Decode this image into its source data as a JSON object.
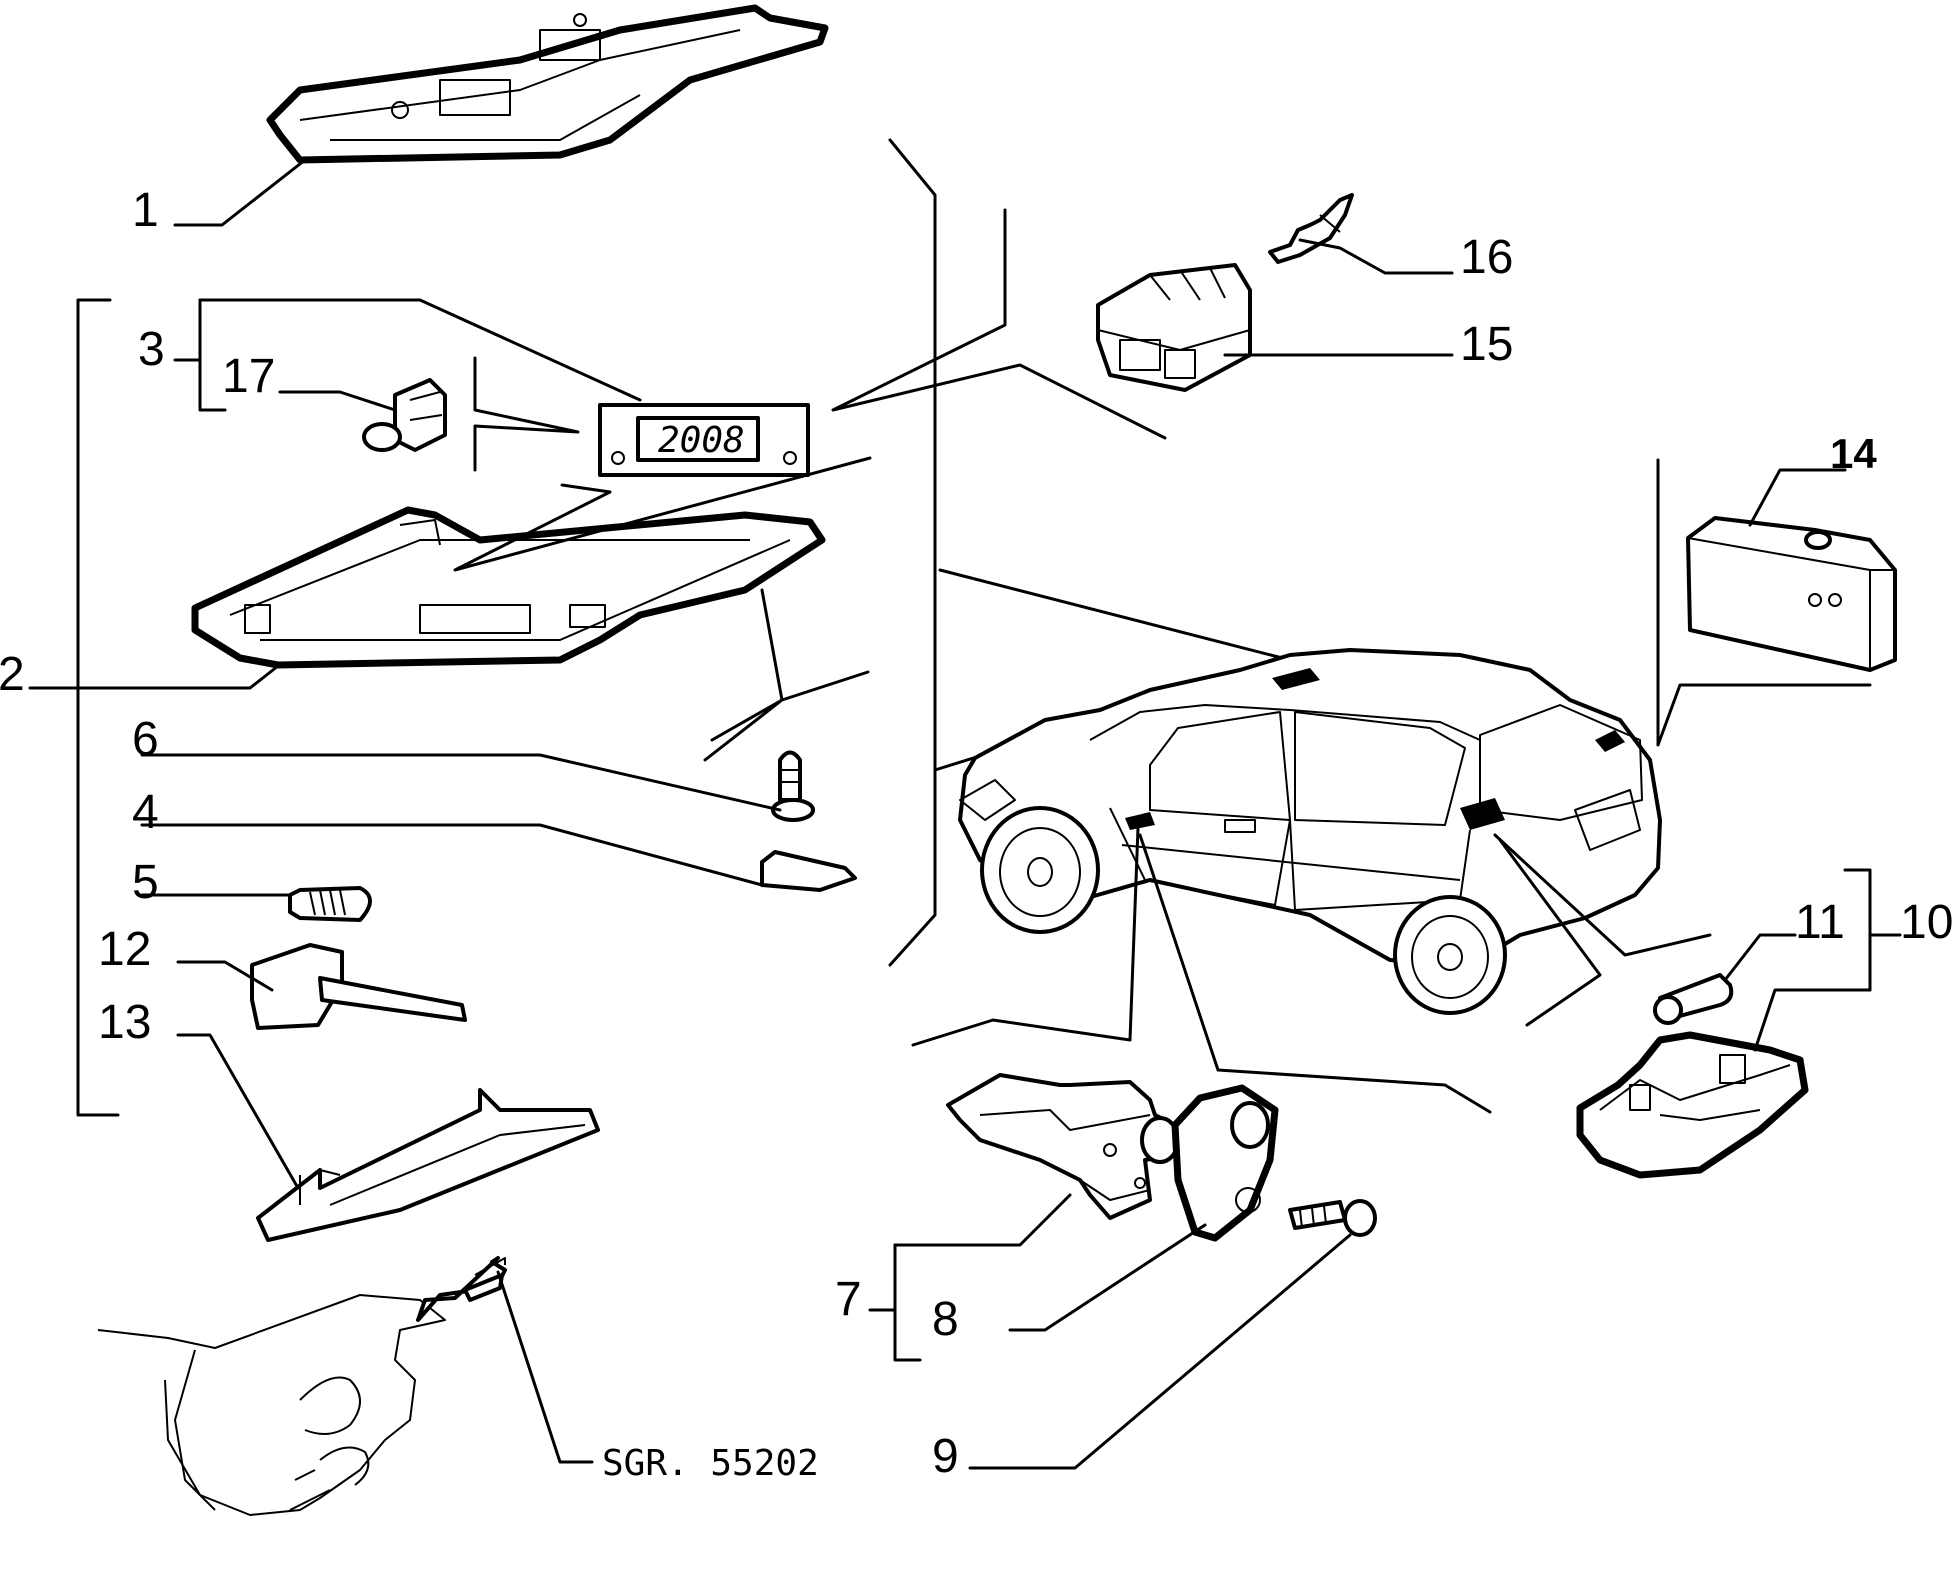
{
  "diagram": {
    "drawing_code": "SGR. 55202",
    "display_readout": "2008",
    "part_labels": {
      "p1": "1",
      "p2": "2",
      "p3": "3",
      "p4": "4",
      "p5": "5",
      "p6": "6",
      "p7": "7",
      "p8": "8",
      "p9": "9",
      "p10": "10",
      "p11": "11",
      "p12": "12",
      "p13": "13",
      "p14": "14",
      "p15": "15",
      "p16": "16",
      "p17": "17"
    }
  }
}
